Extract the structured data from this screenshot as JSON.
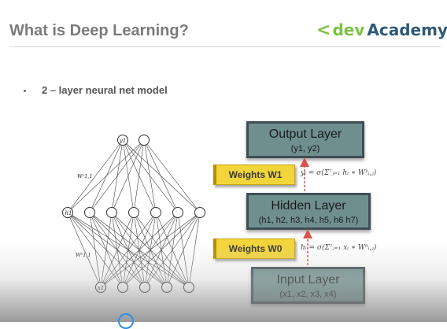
{
  "slide": {
    "title": "What is Deep Learning?",
    "logo": {
      "left_bracket": "<",
      "dev": "dev",
      "academy": "Academy",
      "right_bracket": ">"
    },
    "bullet": "2 – layer neural net model"
  },
  "network": {
    "labels": {
      "output_node": "y1",
      "hidden_node": "h1",
      "input_node": "x1",
      "weight_top": "W¹1,1",
      "weight_bottom": "W⁰1,1"
    }
  },
  "architecture": {
    "output_layer": {
      "name": "Output Layer",
      "units": "(y1, y2)"
    },
    "hidden_layer": {
      "name": "Hidden Layer",
      "units": "(h1, h2, h3, h4, h5, h6 h7)"
    },
    "input_layer": {
      "name": "Input Layer",
      "units": "(x1, x2, x3, x4)"
    },
    "weights_top": "Weights W1",
    "weights_bottom": "Weights W0",
    "formula_top": "yᵢ = σ(Σ⁷ⱼ₌₁ hᵢ ∗ W¹ᵢ,ⱼ)",
    "formula_bottom": "hᵢ = σ(Σ⁷ⱼ₌₁ xᵢ ∗ W⁰ᵢ,ⱼ)"
  },
  "colors": {
    "title": "#7b7b7b",
    "logo_green": "#7dc242",
    "logo_blue": "#2f5a7a",
    "layer_box": "#6f8f8f",
    "weights_tag": "#f2d53a",
    "arrow": "#d9534f"
  }
}
